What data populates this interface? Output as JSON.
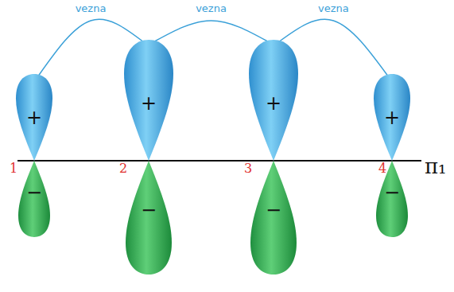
{
  "diagram": {
    "nodes": [
      {
        "text": [
          "+"
        ]
      },
      {
        "text": [
          "+"
        ]
      },
      {
        "text": [
          "+"
        ]
      },
      {
        "text": [
          "+"
        ]
      },
      {
        "text": [
          "−"
        ]
      },
      {
        "text": [
          "−"
        ]
      },
      {
        "text": [
          "−"
        ]
      },
      {
        "text": [
          "−"
        ]
      }
    ],
    "edges": [
      {
        "from": 0,
        "to": 1,
        "arrow": "none",
        "label": "vezna"
      },
      {
        "from": 1,
        "to": 2,
        "arrow": "none",
        "label": "vezna"
      },
      {
        "from": 2,
        "to": 3,
        "arrow": "none",
        "label": "vezna"
      }
    ],
    "labels": [
      "1",
      "2",
      "3",
      "4",
      "π₁"
    ]
  }
}
